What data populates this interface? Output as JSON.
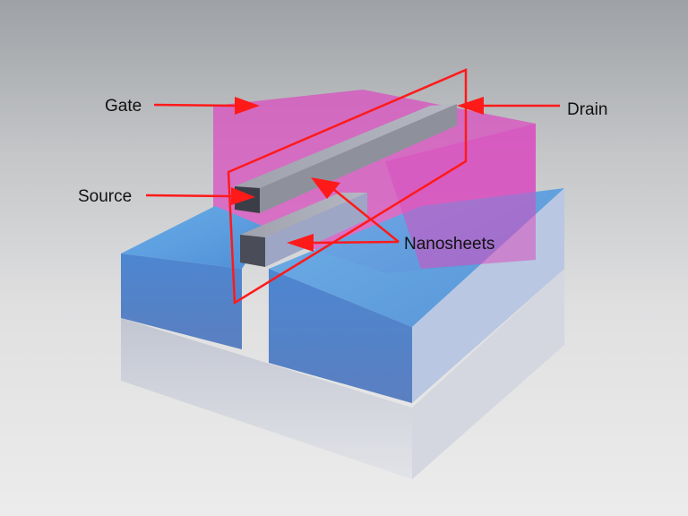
{
  "diagram": {
    "subject": "Nanosheet transistor (GAAFET) 3D structure",
    "labels": {
      "gate": "Gate",
      "drain": "Drain",
      "source": "Source",
      "nanosheets": "Nanosheets"
    },
    "colors": {
      "background_top": "#9ea1a5",
      "background_bottom": "#ececec",
      "gate": "#d94fc0",
      "substrate_blue": "#4f8fd6",
      "base_silver": "#c9ccd6",
      "nanosheet": "#8a8d99",
      "annotation": "#ff1a1a",
      "label_text": "#111111"
    }
  }
}
